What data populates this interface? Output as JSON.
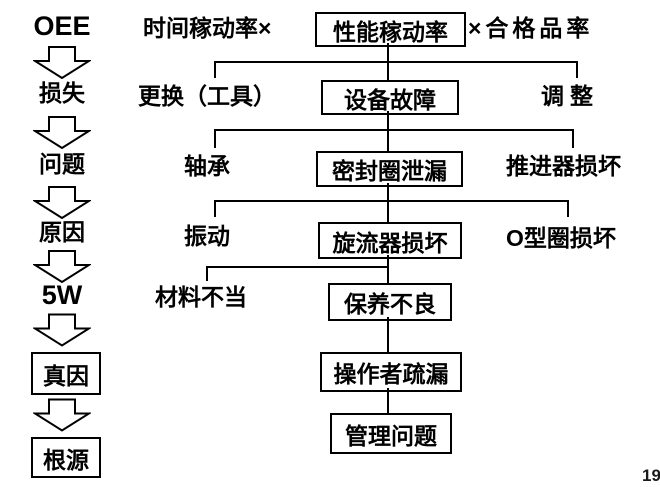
{
  "left_chain": {
    "items": [
      {
        "label": "OEE"
      },
      {
        "label": "损失"
      },
      {
        "label": "问题"
      },
      {
        "label": "原因"
      },
      {
        "label": "5W"
      },
      {
        "label": "真因"
      },
      {
        "label": "根源"
      }
    ]
  },
  "tree": {
    "rows": [
      {
        "left": "时间稼动率×",
        "center": "性能稼动率",
        "right": "×合格品率"
      },
      {
        "left": "更换（工具）",
        "center": "设备故障",
        "right": "调整"
      },
      {
        "left": "轴承",
        "center": "密封圈泄漏",
        "right": "推进器损坏"
      },
      {
        "left": "振动",
        "center": "旋流器损坏",
        "right": "O型圈损坏"
      },
      {
        "left": "材料不当",
        "center": "保养不良"
      },
      {
        "center": "操作者疏漏"
      },
      {
        "center": "管理问题"
      }
    ]
  },
  "page_number": "19"
}
